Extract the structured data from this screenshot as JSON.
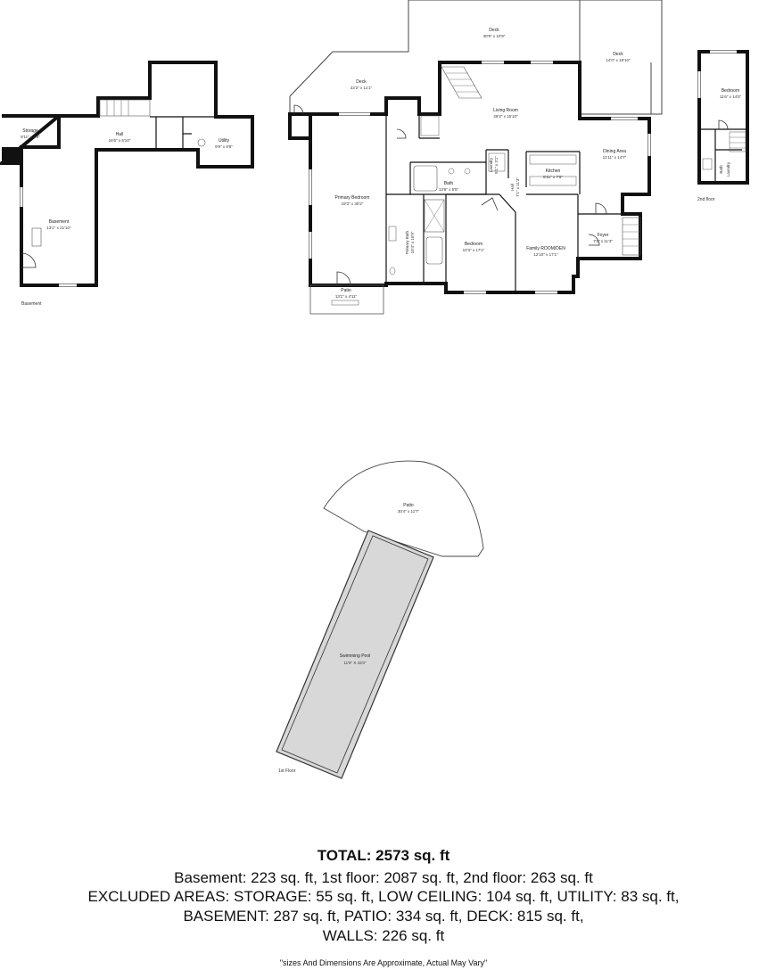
{
  "rooms": {
    "storage": {
      "name": "Storage",
      "dim": "9'11\" x 5'6\""
    },
    "hall_basement": {
      "name": "Hall",
      "dim": "16'6\" x 5'10\""
    },
    "utility": {
      "name": "Utility",
      "dim": "9'9\" x 8'8\""
    },
    "basement": {
      "name": "Basement",
      "dim": "13'1\" x 21'10\""
    },
    "deck_left": {
      "name": "Deck",
      "dim": "22'2\" x 11'1\""
    },
    "deck_top": {
      "name": "Deck",
      "dim": "30'9\" x 10'9\""
    },
    "deck_right": {
      "name": "Deck",
      "dim": "14'0\" x 19'10\""
    },
    "living": {
      "name": "Living Room",
      "dim": "29'3\" x 15'10\""
    },
    "dining": {
      "name": "Dining Area",
      "dim": "11'11\" x 14'7\""
    },
    "kitchen": {
      "name": "Kitchen",
      "dim": "8'11\" x 7'6\""
    },
    "laundry": {
      "name": "Laundry",
      "dim": "5'1\" x 3'1\""
    },
    "hall_main": {
      "name": "Hall",
      "dim": "7'1\" x 11'3\""
    },
    "bath": {
      "name": "Bath",
      "dim": "13'6\" x 5'5\""
    },
    "primary_bedroom": {
      "name": "Primary Bedroom",
      "dim": "19'3\" x 30'2\""
    },
    "primary_bath": {
      "name": "Primary Bath",
      "dim": "10'4\" x 15'9\""
    },
    "bedroom_main": {
      "name": "Bedroom",
      "dim": "10'3\" x 17'1\""
    },
    "family": {
      "name": "Family ROOM/DEN",
      "dim": "12'10\" x 17'1\""
    },
    "foyer": {
      "name": "Foyer",
      "dim": "7'1\" x 11'3\""
    },
    "patio_small": {
      "name": "Patio",
      "dim": "13'1\" x 4'11\""
    },
    "bedroom_2nd": {
      "name": "Bedroom",
      "dim": "11'6\" x 14'0\""
    },
    "bath_2nd": {
      "name": "Bath"
    },
    "laundry_2nd": {
      "name": "Laundry"
    },
    "patio_pool": {
      "name": "Patio",
      "dim": "30'4\" x 11'7\""
    },
    "pool": {
      "name": "Swimming Pool",
      "dim": "11'5\" X 43'3\""
    }
  },
  "floor_labels": {
    "basement": "Basement",
    "first": "1st Floor",
    "second": "2nd floor"
  },
  "summary": {
    "total": "TOTAL: 2573 sq. ft",
    "line1": "Basement: 223 sq. ft, 1st floor: 2087 sq. ft, 2nd floor: 263 sq. ft",
    "line2": "EXCLUDED AREAS: STORAGE: 55 sq. ft, LOW CEILING: 104 sq. ft, UTILITY: 83 sq. ft,",
    "line3": "BASEMENT: 287 sq. ft, PATIO: 334 sq. ft, DECK: 815 sq. ft,",
    "line4": "WALLS: 226 sq. ft",
    "note": "\"sizes And Dimensions Are Approximate, Actual May Vary\""
  }
}
